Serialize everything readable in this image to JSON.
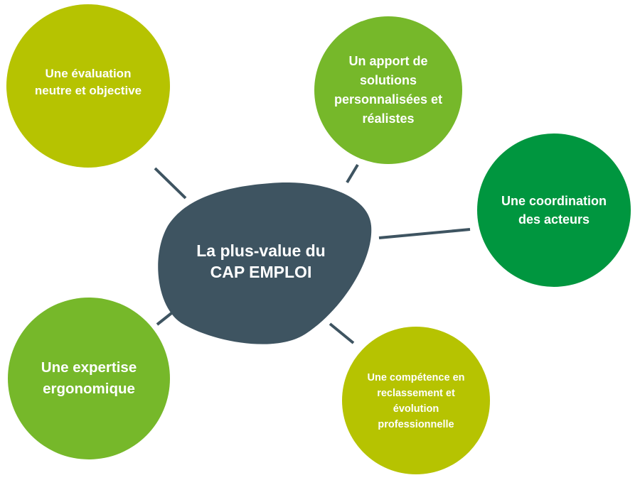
{
  "diagram": {
    "center": {
      "label": "La plus-value du\nCAP EMPLOI",
      "color": "#3e5461"
    },
    "nodes": [
      {
        "id": "evaluation",
        "label": "Une évaluation\nneutre et objective",
        "color": "#b6c301"
      },
      {
        "id": "solutions",
        "label": "Un apport de\nsolutions\npersonnalisées et\nréalistes",
        "color": "#76b82a"
      },
      {
        "id": "coordination",
        "label": "Une coordination\ndes acteurs",
        "color": "#00963f"
      },
      {
        "id": "reclassement",
        "label": "Une compétence en\nreclassement et\névolution\nprofessionnelle",
        "color": "#b6c301"
      },
      {
        "id": "ergonomie",
        "label": "Une expertise\nergonomique",
        "color": "#76b82a"
      }
    ],
    "connector_color": "#3e5461"
  }
}
